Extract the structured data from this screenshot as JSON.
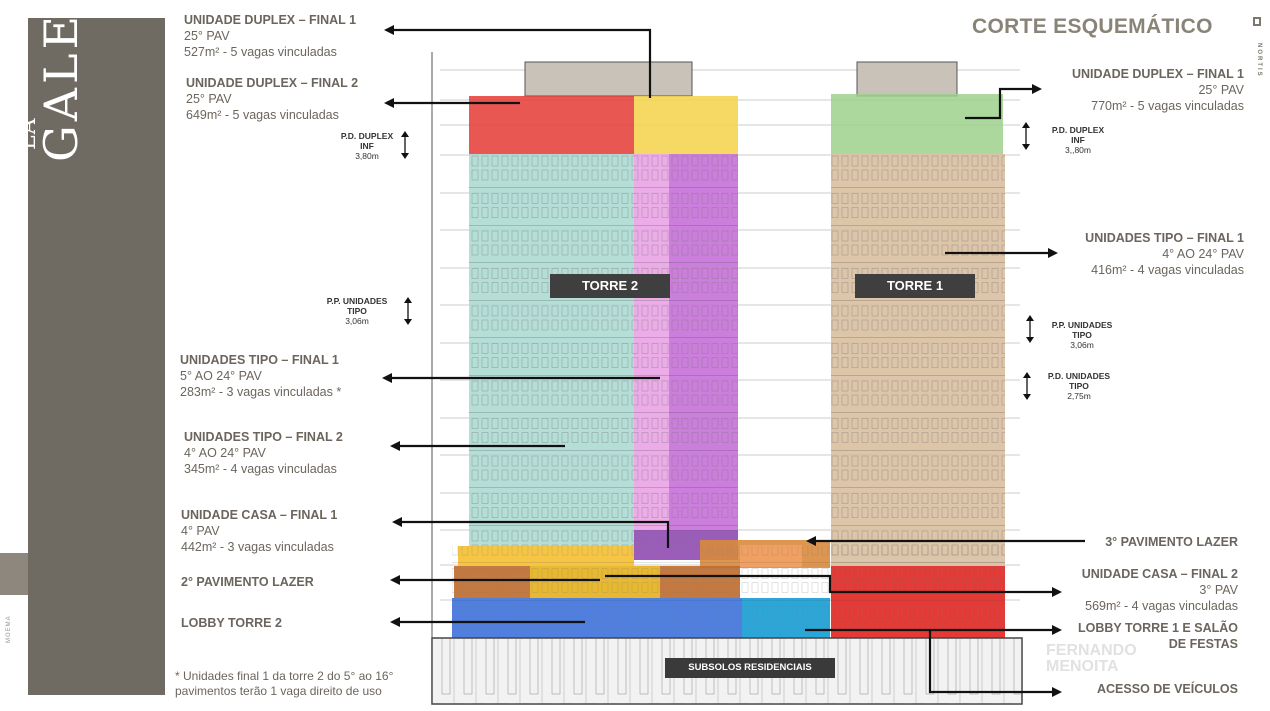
{
  "title": "CORTE ESQUEMÁTICO",
  "brand": {
    "la": "LA",
    "name": "GALERIE",
    "location": "MOEMA",
    "developer": "NORTIS"
  },
  "towers": {
    "t2": "TORRE 2",
    "t1": "TORRE 1"
  },
  "basement": "SUBSOLOS RESIDENCIAIS",
  "left_labels": {
    "duplex_f1": {
      "title": "UNIDADE DUPLEX – FINAL 1",
      "line1": "25° PAV",
      "line2": "527m² - 5 vagas vinculadas"
    },
    "duplex_f2": {
      "title": "UNIDADE DUPLEX – FINAL 2",
      "line1": "25° PAV",
      "line2": "649m² - 5 vagas vinculadas"
    },
    "tipo_f1": {
      "title": "UNIDADES TIPO – FINAL 1",
      "line1": "5° AO 24° PAV",
      "line2": "283m² - 3 vagas vinculadas *"
    },
    "tipo_f2": {
      "title": "UNIDADES TIPO – FINAL 2",
      "line1": "4° AO 24° PAV",
      "line2": "345m² - 4 vagas vinculadas"
    },
    "casa_f1": {
      "title": "UNIDADE CASA – FINAL 1",
      "line1": "4° PAV",
      "line2": "442m² - 3 vagas vinculadas"
    },
    "lazer2": {
      "title": "2° PAVIMENTO LAZER"
    },
    "lobby2": {
      "title": "LOBBY TORRE 2"
    }
  },
  "right_labels": {
    "duplex_f1": {
      "title": "UNIDADE DUPLEX – FINAL 1",
      "line1": "25° PAV",
      "line2": "770m² - 5 vagas vinculadas"
    },
    "tipo_f1": {
      "title": "UNIDADES TIPO – FINAL 1",
      "line1": "4° AO 24° PAV",
      "line2": "416m² - 4 vagas vinculadas"
    },
    "lazer3": {
      "title": "3° PAVIMENTO LAZER"
    },
    "casa_f2": {
      "title": "UNIDADE CASA – FINAL 2",
      "line1": "3° PAV",
      "line2": "569m² - 4 vagas vinculadas"
    },
    "lobby1": {
      "title": "LOBBY TORRE 1 E SALÃO",
      "line1": "DE FESTAS"
    },
    "acesso": {
      "title": "ACESSO DE VEÍCULOS"
    }
  },
  "heights": {
    "pd_duplex_left": {
      "t1": "P.D. DUPLEX",
      "t2": "INF",
      "v": "3,80m"
    },
    "pp_tipo_left": {
      "t1": "P.P. UNIDADES",
      "t2": "TIPO",
      "v": "3,06m"
    },
    "pd_duplex_right": {
      "t1": "P.D. DUPLEX",
      "t2": "INF",
      "v": "3,,80m"
    },
    "pp_tipo_right": {
      "t1": "P.P. UNIDADES",
      "t2": "TIPO",
      "v": "3,06m"
    },
    "pd_tipo_right": {
      "t1": "P.D. UNIDADES",
      "t2": "TIPO",
      "v": "2,75m"
    }
  },
  "footnote": {
    "line1": "* Unidades final 1 da torre 2 do 5° ao 16°",
    "line2": "pavimentos terão 1 vaga direito de uso"
  },
  "watermark": {
    "line1": "FERNANDO",
    "line2": "MENOITA"
  },
  "colors": {
    "sidebar": "#6f6a62",
    "text": "#6b655d",
    "red": "#e53935",
    "yellow": "#f5d24a",
    "teal": "#a8d8d0",
    "pink": "#e9a3e6",
    "purple": "#b05ad0",
    "green": "#9ed08c",
    "tan": "#d9bfa0",
    "orange": "#d98a3c",
    "blue": "#4f7fe0",
    "cyan": "#2aa7d8",
    "gold": "#e8b930"
  }
}
